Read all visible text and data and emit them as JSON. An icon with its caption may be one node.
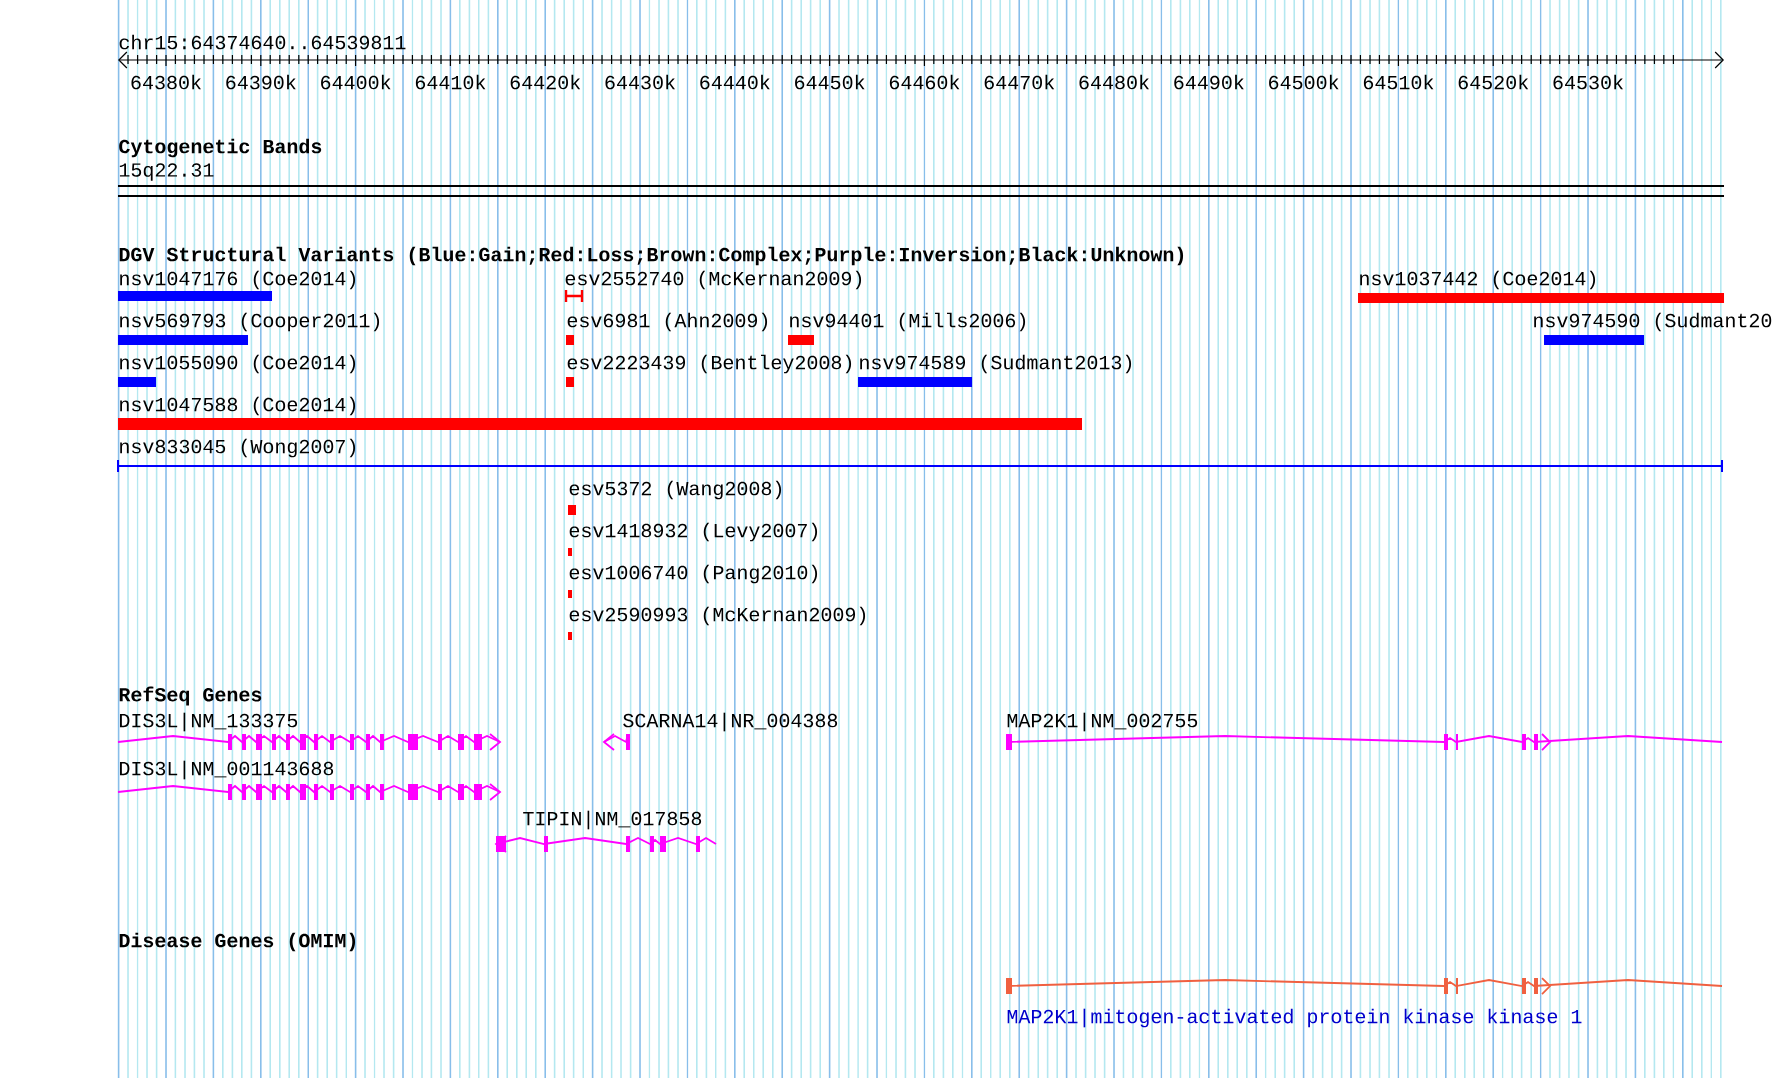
{
  "diagram": {
    "title": "chr15:64374640..64539811",
    "nodes": [
      {
        "text": [
          "nsv1047176 (Coe2014)"
        ]
      },
      {
        "text": [
          "esv2552740 (McKernan2009)"
        ]
      },
      {
        "text": [
          "nsv1037442 (Coe2014)"
        ]
      },
      {
        "text": [
          "nsv569793 (Cooper2011)"
        ]
      },
      {
        "text": [
          "esv6981 (Ahn2009)"
        ]
      },
      {
        "text": [
          "nsv94401 (Mills2006)"
        ]
      },
      {
        "text": [
          "nsv974590 (Sudmant20"
        ]
      },
      {
        "text": [
          "nsv1055090 (Coe2014)"
        ]
      },
      {
        "text": [
          "esv2223439 (Bentley2008)"
        ]
      },
      {
        "text": [
          "nsv974589 (Sudmant2013)"
        ]
      },
      {
        "text": [
          "nsv1047588 (Coe2014)"
        ]
      },
      {
        "text": [
          "nsv833045 (Wong2007)"
        ]
      },
      {
        "text": [
          "esv5372 (Wang2008)"
        ]
      },
      {
        "text": [
          "esv1418932 (Levy2007)"
        ]
      },
      {
        "text": [
          "esv1006740 (Pang2010)"
        ]
      },
      {
        "text": [
          "esv2590993 (McKernan2009)"
        ]
      },
      {
        "text": [
          "DIS3L|NM_133375"
        ]
      },
      {
        "text": [
          "SCARNA14|NR_004388"
        ]
      },
      {
        "text": [
          "MAP2K1|NM_002755"
        ]
      },
      {
        "text": [
          "DIS3L|NM_001143688"
        ]
      },
      {
        "text": [
          "TIPIN|NM_017858"
        ]
      },
      {
        "text": [
          "MAP2K1|mitogen-activated protein kinase kinase 1"
        ]
      }
    ],
    "labels": [
      "64380k",
      "64390k",
      "64400k",
      "64410k",
      "64420k",
      "64430k",
      "64440k",
      "64450k",
      "64460k",
      "64470k",
      "64480k",
      "64490k",
      "64500k",
      "64510k",
      "64520k",
      "64530k",
      "Cytogenetic Bands",
      "15q22.31",
      "DGV Structural Variants (Blue:Gain;Red:Loss;Brown:Complex;Purple:Inversion;Black:Unknown)",
      "RefSeq Genes",
      "Disease Genes (OMIM)"
    ]
  }
}
